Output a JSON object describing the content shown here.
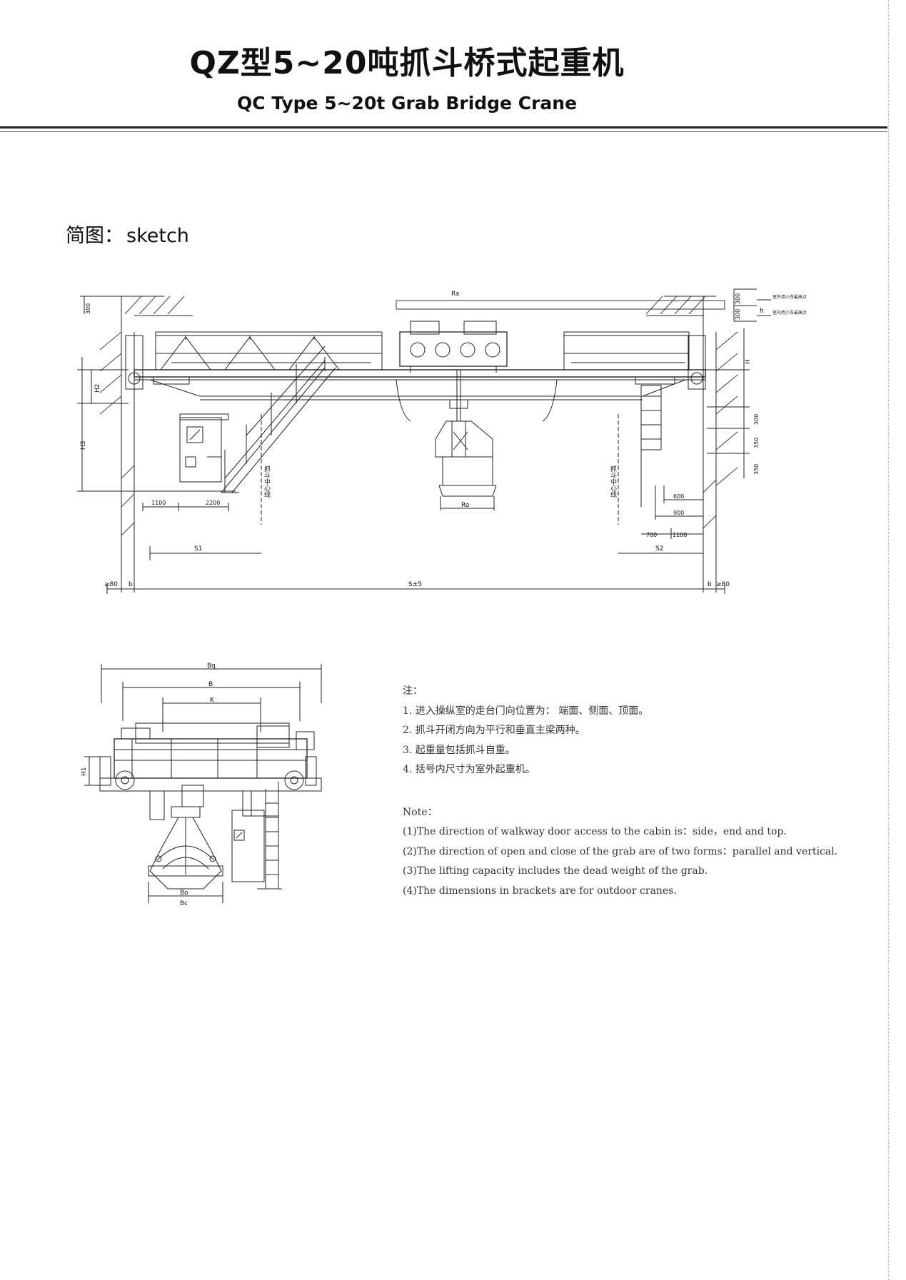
{
  "header": {
    "title_cn": "QZ型5~20吨抓斗桥式起重机",
    "title_en": "QC Type 5~20t Grab Bridge Crane"
  },
  "sketch": {
    "label_cn": "简图：",
    "label_en": "sketch"
  },
  "elevation": {
    "labels": {
      "rx": "Rx",
      "ro": "Ro",
      "h": "H",
      "h2": "H2",
      "h3": "H3",
      "h_top": "h",
      "s1": "S1",
      "s2": "S2",
      "span": "S±5",
      "b_left": "b",
      "b_right": "b",
      "gte80_left": "≥80",
      "gte80_right": "≥80",
      "grab_center_left": "抓斗中心线",
      "grab_center_right": "抓斗中心线",
      "note_outdoor": "室外用小车最高点",
      "note_indoor": "室内用小车最高点"
    },
    "dimensions": {
      "d300_left": "300",
      "d300_top": "300",
      "d300_right": "300",
      "d300_mid": "300",
      "d350_a": "350",
      "d350_b": "350",
      "d1100_left": "1100",
      "d2200": "2200",
      "d600": "600",
      "d900": "900",
      "d700": "700",
      "d1100_right": "1100"
    }
  },
  "side_view": {
    "labels": {
      "bq": "Bq",
      "b": "B",
      "k": "K",
      "h1": "H1",
      "bo": "Bo",
      "bc": "Bc"
    }
  },
  "notes": {
    "cn_heading": "注：",
    "cn_items": [
      "1.  进入操纵室的走台门向位置为：  端面、侧面、顶面。",
      "2.  抓斗开闭方向为平行和垂直主梁两种。",
      "3.  起重量包括抓斗自重。",
      "4.  括号内尺寸为室外起重机。"
    ],
    "en_heading": "Note：",
    "en_items": [
      "(1)The direction of walkway door access to the cabin is：side，end and top.",
      "(2)The direction of open and close of the grab are of two forms：parallel and vertical.",
      "(3)The lifting capacity includes the dead weight of the grab.",
      "(4)The dimensions in brackets are for outdoor cranes."
    ]
  }
}
